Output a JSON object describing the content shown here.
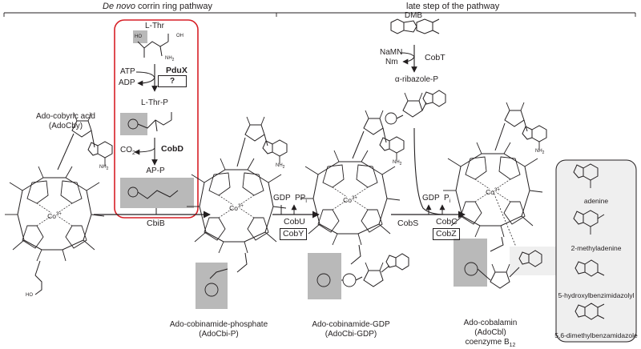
{
  "header": {
    "denovo_word": "De novo",
    "denovo_rest": " corrin ring pathway",
    "late": "late step of the pathway"
  },
  "thr_panel": {
    "lthr": "L-Thr",
    "atp": "ATP",
    "adp": "ADP",
    "pdux": "PduX",
    "unknown": "?",
    "lthrp": "L-Thr-P",
    "co2": "CO",
    "co2_sub": "2",
    "cobd": "CobD",
    "app": "AP-P",
    "ho": "HO",
    "oh": "OH",
    "nh2": "NH",
    "nh2_sub": "2"
  },
  "dmb_branch": {
    "dmb": "DMB",
    "namn": "NaMN",
    "nm": "Nm",
    "cobt": "CobT",
    "ribazole": "α-ribazole-P"
  },
  "enzymes": {
    "cbib": "CbiB",
    "gdp": "GDP",
    "ppi": "PP",
    "ppi_sub": "i",
    "cobu": "CobU",
    "coby": "CobY",
    "cobs": "CobS",
    "gdp2": "GDP",
    "pi": "P",
    "pi_sub": "i",
    "cobc": "CobC",
    "cobz": "CobZ"
  },
  "compounds": {
    "adocby_1": "Ado-cobyric acid",
    "adocby_2": "(AdoCby)",
    "adocbip_1": "Ado-cobinamide-phosphate",
    "adocbip_2": "(AdoCbi-P)",
    "adocbigdp_1": "Ado-cobinamide-GDP",
    "adocbigdp_2": "(AdoCbi-GDP)",
    "adocbl_1": "Ado-cobalamin",
    "adocbl_2": "(AdoCbl)",
    "adocbl_3": "coenzyme B",
    "adocbl_3_sub": "12"
  },
  "ligands": {
    "adenine": "adenine",
    "methyladenine": "2-methyladenine",
    "hydroxybenz": "5-hydroxylbenzimidazolyl",
    "dimethylbenz": "5,6-dimethylbenzamidazole"
  },
  "atoms": {
    "co": "Co",
    "co_sup": "3+",
    "nh2": "NH",
    "nh2_sub": "2",
    "oh": "OH",
    "ho": "HO"
  },
  "colors": {
    "red_panel": "#d71f26",
    "gray_box": "#b9b9b9",
    "ligand_panel": "#efefef",
    "line": "#231f20"
  }
}
